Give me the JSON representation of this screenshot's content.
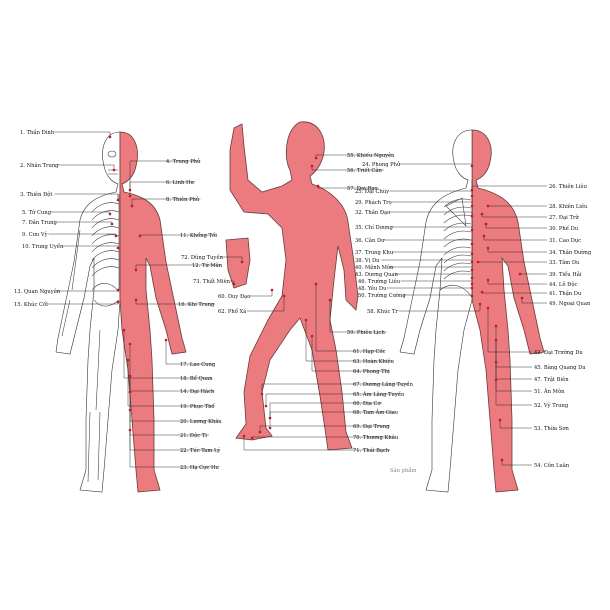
{
  "watermark": "Sản phẩm",
  "colors": {
    "skin": "#ec7b7f",
    "point": "#c0172a",
    "bone": "#ffffff"
  },
  "labels": [
    "1. Thần Đình",
    "2. Nhân Trung",
    "3. Thiên Đột",
    "5. Tử Cung",
    "7. Đản Trung",
    "9. Cưu Vỹ",
    "10. Trung Uyển",
    "13. Quan Nguyên",
    "15. Khúc Cốt",
    "4. Trung Phủ",
    "6. Linh Hư",
    "8. Thiên Phủ",
    "11. Khổng Tối",
    "12. Tứ Mãn",
    "16. Khí Trung",
    "17. Lao Cung",
    "18. Bể Quan",
    "14. Đại Hách",
    "19. Phục Thổ",
    "20. Lương Khâu",
    "21. Độc Tị",
    "22. Túc Tam Lý",
    "23. Hạ Cực Hư",
    "72. Dũng Tuyền",
    "73. Thất Miên",
    "60. Duy Đạo",
    "62. Phổ Xá",
    "55. Khiếu Nguyên",
    "56. Triết Cân",
    "57. Đại Bao",
    "59. Phiêu Lịch",
    "61. Hạp Cốc",
    "63. Hoàn Khiêu",
    "64. Phong Thị",
    "67. Dương Lăng Tuyền",
    "65. Âm Lăng Tuyền",
    "66. Địa Cơ",
    "68. Tam Âm Giao",
    "69. Đại Trung",
    "70. Thương Khâu",
    "71. Thái Bạch",
    "24. Phong Phủ",
    "25. Đại Chùy",
    "29. Phách Trọ",
    "32. Thần Đạo",
    "35. Chí Dương",
    "36. Cân Dư",
    "37. Trung Khu",
    "38. Vị Du",
    "40. Mệnh Môn",
    "43. Dương Quan",
    "46. Trường Liêu",
    "48. Yêu Du",
    "50. Trường Cường",
    "58. Khúc Tr",
    "26. Thiên Liêu",
    "28. Khiên Liêu",
    "27. Đại Trữ",
    "30. Phế Du",
    "31. Cao Dục",
    "34. Thần Đường",
    "33. Tâm Du",
    "39. Tiểu Hải",
    "44. Lỗ Độc",
    "41. Thận Du",
    "49. Ngoại Quan",
    "42. Đại Trường Du",
    "45. Bàng Quang Du",
    "47. Trật Biên",
    "51. Ân Môn",
    "52. Vỹ Trung",
    "53. Thừa Sơn",
    "54. Côn Luân"
  ]
}
